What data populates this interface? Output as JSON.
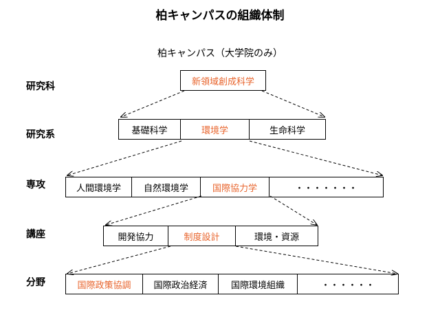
{
  "title": "柏キャンパスの組織体制",
  "subtitle": "柏キャンパス（大学院のみ）",
  "levels": {
    "kenkyuka": "研究科",
    "kenkyukei": "研究系",
    "senko": "専攻",
    "koza": "講座",
    "bunya": "分野"
  },
  "graduate_school": "新領域創成科学",
  "departments": [
    "基礎科学",
    "環境学",
    "生命科学"
  ],
  "majors": [
    "人間環境学",
    "自然環境学",
    "国際協力学",
    "・・・・・・・"
  ],
  "chairs": [
    "開発協力",
    "制度設計",
    "環境・資源"
  ],
  "fields": [
    "国際政策協調",
    "国際政治経済",
    "国際環境組織",
    "・・・・・・"
  ],
  "highlight_color": "#e8642c"
}
